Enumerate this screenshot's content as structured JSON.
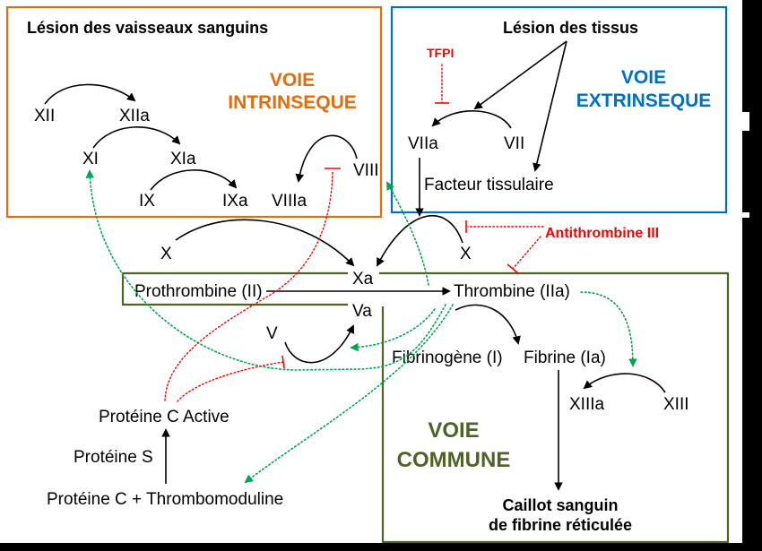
{
  "colors": {
    "intrinsic": "#E46C0A",
    "extrinsic": "#0070C0",
    "common": "#4F6228",
    "inhibition": "#FF0000",
    "activation": "#00A651"
  },
  "intrinsic": {
    "title": "Lésion des vaisseaux sanguins",
    "voie": [
      "VOIE",
      "INTRINSEQUE"
    ],
    "factors": {
      "xii": "XII",
      "xiia": "XIIa",
      "xi": "XI",
      "xia": "XIa",
      "ix": "IX",
      "ixa": "IXa",
      "viiia": "VIIIa",
      "viii": "VIII"
    }
  },
  "extrinsic": {
    "title": "Lésion des tissus",
    "voie": [
      "VOIE",
      "EXTRINSEQUE"
    ],
    "tfpi": "TFPI",
    "viia": "VIIa",
    "vii": "VII",
    "facteur_tissulaire": "Facteur tissulaire"
  },
  "common": {
    "voie": [
      "VOIE",
      "COMMUNE"
    ],
    "x_left": "X",
    "x_right": "X",
    "antithrombine": "Antithrombine III",
    "xa": "Xa",
    "prothrombine": "Prothrombine (II)",
    "thrombine": "Thrombine (IIa)",
    "va": "Va",
    "v": "V",
    "fibrinogene": "Fibrinogène (I)",
    "fibrine": "Fibrine (Ia)",
    "xiiia": "XIIIa",
    "xiii": "XIII",
    "caillot": [
      "Caillot sanguin",
      "de fibrine réticulée"
    ]
  },
  "regulation": {
    "proteine_c_active": "Protéine C Active",
    "proteine_s": "Protéine S",
    "proteine_c_thrombomoduline": "Protéine C + Thrombomoduline"
  }
}
